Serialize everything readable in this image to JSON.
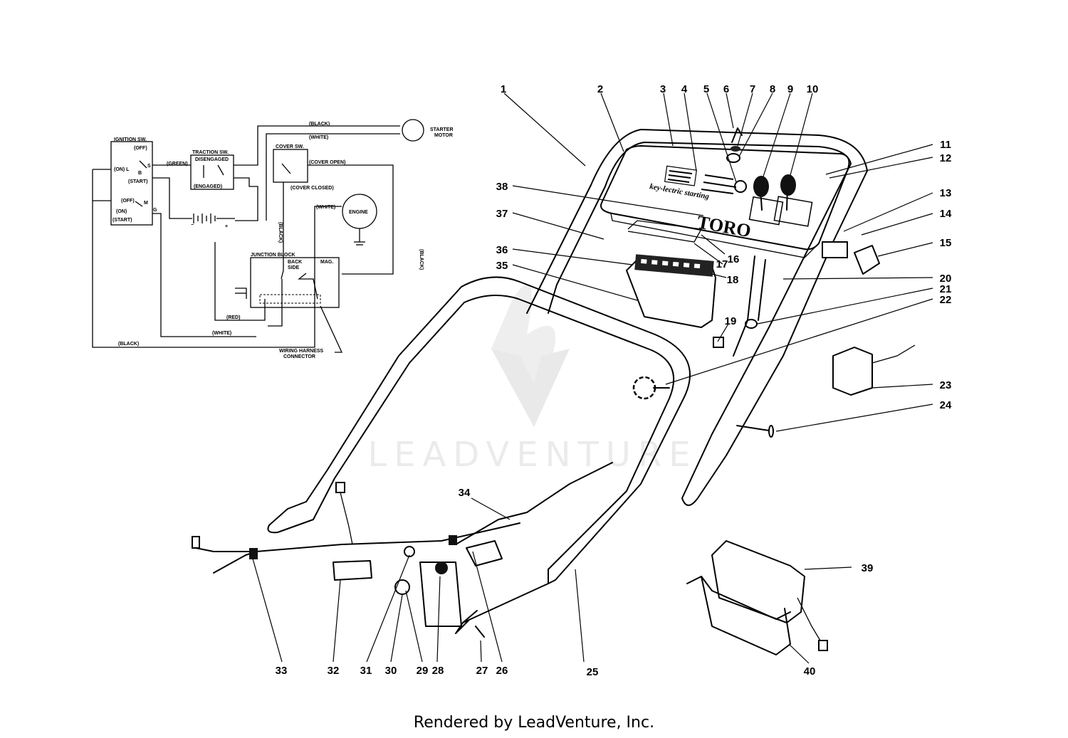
{
  "watermark": "LEADVENTURE",
  "footer": "Rendered by LeadVenture, Inc.",
  "brand": {
    "toro": "TORO",
    "keylectric": "key-lectric starting"
  },
  "wiring": {
    "ignition_sw": "IGNITION SW.",
    "off_top": "(OFF)",
    "on_l": "(ON) L",
    "s": "S",
    "b": "B",
    "start": "(START)",
    "off2": "(OFF)",
    "m": "M",
    "g": "G",
    "on2": "(ON)",
    "start2": "(START)",
    "green": "(GREEN)",
    "traction_sw": "TRACTION SW.",
    "disengaged": "DISENGAGED",
    "engaged": "(ENGAGED)",
    "black_top": "(BLACK)",
    "white_top": "(WHITE)",
    "starter_motor_1": "STARTER",
    "starter_motor_2": "MOTOR",
    "cover_sw": "COVER SW.",
    "cover_open": "(COVER OPEN)",
    "cover_closed": "(COVER CLOSED)",
    "minus": "−",
    "plus": "+",
    "white_engine": "(WHITE)",
    "engine": "ENGINE",
    "black_v": "(BLACK)",
    "black_right": "(BLACK)",
    "junction_block": "JUNCTION BLOCK",
    "back": "BACK",
    "side": "SIDE",
    "mag": "MAG.",
    "red": "(RED)",
    "white_bottom": "(WHITE)",
    "black_bottom": "(BLACK)",
    "harness_1": "WIRING HARNESS",
    "harness_2": "CONNECTOR"
  },
  "callouts": [
    "1",
    "2",
    "3",
    "4",
    "5",
    "6",
    "7",
    "8",
    "9",
    "10",
    "11",
    "12",
    "13",
    "14",
    "15",
    "16",
    "17",
    "18",
    "19",
    "20",
    "21",
    "22",
    "23",
    "24",
    "25",
    "26",
    "27",
    "28",
    "29",
    "30",
    "31",
    "32",
    "33",
    "34",
    "35",
    "36",
    "37",
    "38",
    "39",
    "40"
  ]
}
